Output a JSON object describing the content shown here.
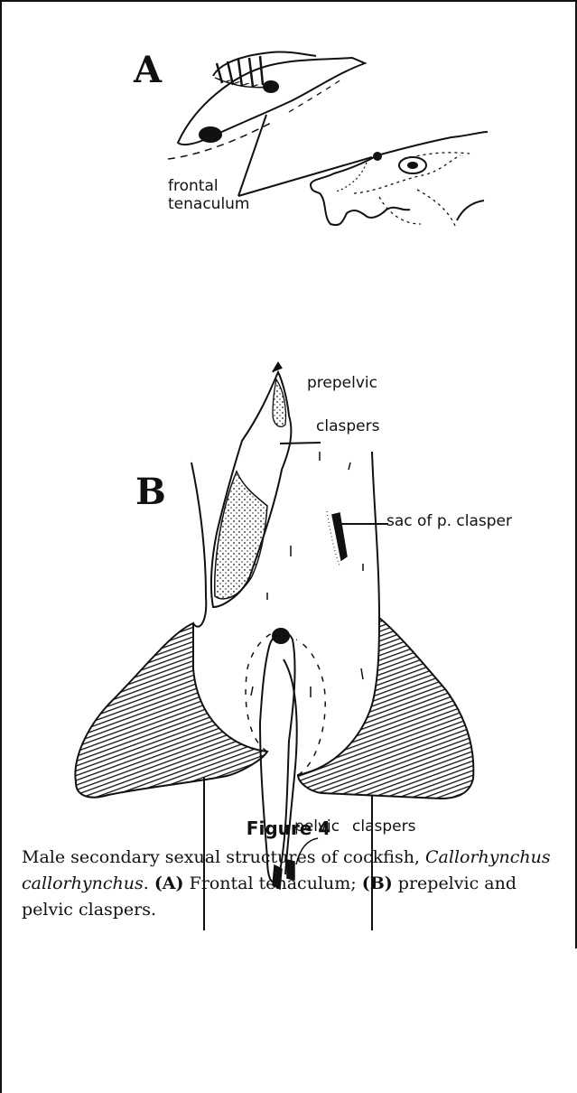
{
  "panels": {
    "a": {
      "letter": "A",
      "label_line1": "frontal",
      "label_line2": "tenaculum"
    },
    "b": {
      "letter": "B",
      "prepelvic_label": "prepelvic",
      "claspers_label": "claspers",
      "sac_label": "sac of p. clasper",
      "pelvic_label": "pelvic",
      "pelvic_claspers_label": "claspers"
    }
  },
  "figure": {
    "title": "Figure 4",
    "caption_part1": "Male secondary sexual structures of cockfish, ",
    "caption_species": "Callorhynchus callorhynchus",
    "caption_part2": ". ",
    "caption_a_tag": "(A)",
    "caption_a_text": " Frontal tenaculum; ",
    "caption_b_tag": "(B)",
    "caption_b_text": " prepelvic and pelvic claspers."
  }
}
